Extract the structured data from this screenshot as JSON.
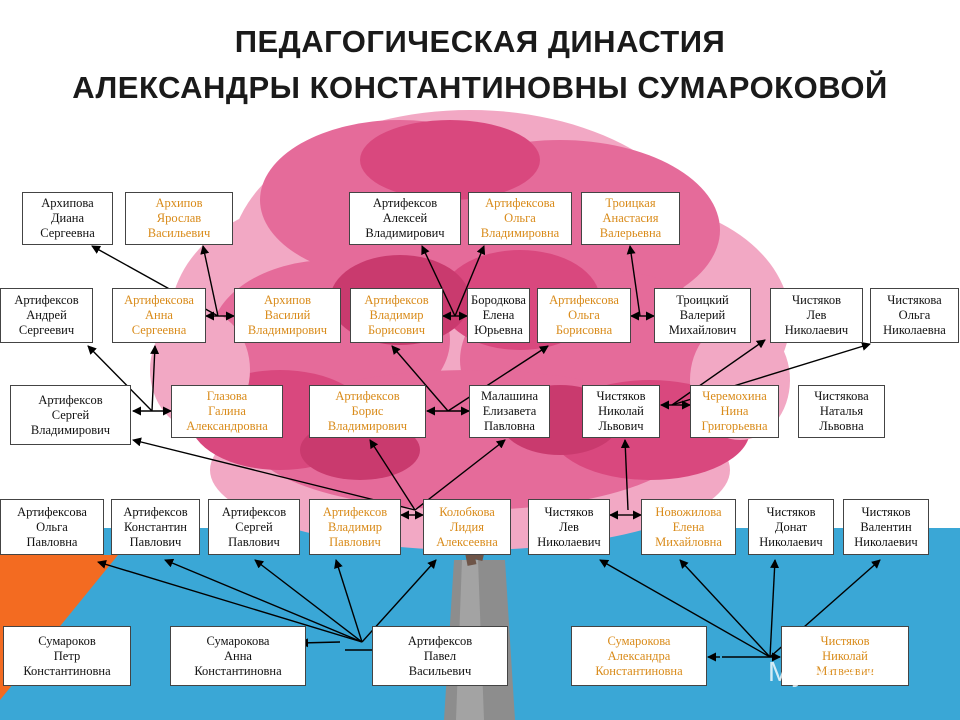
{
  "title": {
    "line1": "ПЕДАГОГИЧЕСКАЯ ДИНАСТИЯ",
    "line2": "АЛЕКСАНДРЫ КОНСТАНТИНОВНЫ СУМАРОКОВОЙ"
  },
  "people": {
    "p1": {
      "l1": "Архипова",
      "l2": "Диана",
      "l3": "Сергеевна"
    },
    "p2": {
      "l1": "Архипов",
      "l2": "Ярослав",
      "l3": "Васильевич"
    },
    "p3": {
      "l1": "Артифексов",
      "l2": "Алексей",
      "l3": "Владимирович"
    },
    "p4": {
      "l1": "Артифексова",
      "l2": "Ольга",
      "l3": "Владимировна"
    },
    "p5": {
      "l1": "Троицкая",
      "l2": "Анастасия",
      "l3": "Валерьевна"
    },
    "p6": {
      "l1": "Артифексов",
      "l2": "Андрей",
      "l3": "Сергеевич"
    },
    "p7": {
      "l1": "Артифексова",
      "l2": "Анна",
      "l3": "Сергеевна"
    },
    "p8": {
      "l1": "Архипов",
      "l2": "Василий",
      "l3": "Владимирович"
    },
    "p9": {
      "l1": "Артифексов",
      "l2": "Владимир",
      "l3": "Борисович"
    },
    "p10": {
      "l1": "Бородкова",
      "l2": "Елена",
      "l3": "Юрьевна"
    },
    "p11": {
      "l1": "Артифексова",
      "l2": "Ольга",
      "l3": "Борисовна"
    },
    "p12": {
      "l1": "Троицкий",
      "l2": "Валерий",
      "l3": "Михайлович"
    },
    "p13": {
      "l1": "Чистяков",
      "l2": "Лев",
      "l3": "Николаевич"
    },
    "p14": {
      "l1": "Чистякова",
      "l2": "Ольга",
      "l3": "Николаевна"
    },
    "p15": {
      "l1": "Артифексов",
      "l2": "Сергей",
      "l3": "Владимирович"
    },
    "p16": {
      "l1": "Глазова",
      "l2": "Галина",
      "l3": "Александровна"
    },
    "p17": {
      "l1": "Артифексов",
      "l2": "Борис",
      "l3": "Владимирович"
    },
    "p18": {
      "l1": "Малашина",
      "l2": "Елизавета",
      "l3": "Павловна"
    },
    "p19": {
      "l1": "Чистяков",
      "l2": "Николай",
      "l3": "Львович"
    },
    "p20": {
      "l1": "Черемохина",
      "l2": "Нина",
      "l3": "Григорьевна"
    },
    "p21": {
      "l1": "Чистякова",
      "l2": "Наталья",
      "l3": "Львовна"
    },
    "p22": {
      "l1": "Артифексова",
      "l2": "Ольга",
      "l3": "Павловна"
    },
    "p23": {
      "l1": "Артифексов",
      "l2": "Константин",
      "l3": "Павлович"
    },
    "p24": {
      "l1": "Артифексов",
      "l2": "Сергей",
      "l3": "Павлович"
    },
    "p25": {
      "l1": "Артифексов",
      "l2": "Владимир",
      "l3": "Павлович"
    },
    "p26": {
      "l1": "Колобкова",
      "l2": "Лидия",
      "l3": "Алексеевна"
    },
    "p27": {
      "l1": "Чистяков",
      "l2": "Лев",
      "l3": "Николаевич"
    },
    "p28": {
      "l1": "Новожилова",
      "l2": "Елена",
      "l3": "Михайловна"
    },
    "p29": {
      "l1": "Чистяков",
      "l2": "Донат",
      "l3": "Николаевич"
    },
    "p30": {
      "l1": "Чистяков",
      "l2": "Валентин",
      "l3": "Николаевич"
    },
    "p31": {
      "l1": "Сумароков",
      "l2": "Петр",
      "l3": "Константиновна"
    },
    "p32": {
      "l1": "Сумарокова",
      "l2": "Анна",
      "l3": "Константиновна"
    },
    "p33": {
      "l1": "Артифексов",
      "l2": "Павел",
      "l3": "Васильевич"
    },
    "p34": {
      "l1": "Сумарокова",
      "l2": "Александра",
      "l3": "Константиновна"
    },
    "p35": {
      "l1": "Чистяков",
      "l2": "Николай",
      "l3": "Матвеевич"
    }
  },
  "colors": {
    "black_text": "#111111",
    "orange_text": "#d98b1a",
    "sky": "#3aa7d6",
    "ground_orange": "#f36b21",
    "blossom": "#d9487e"
  },
  "watermark": {
    "part1": "My",
    "part2": "Shared"
  }
}
